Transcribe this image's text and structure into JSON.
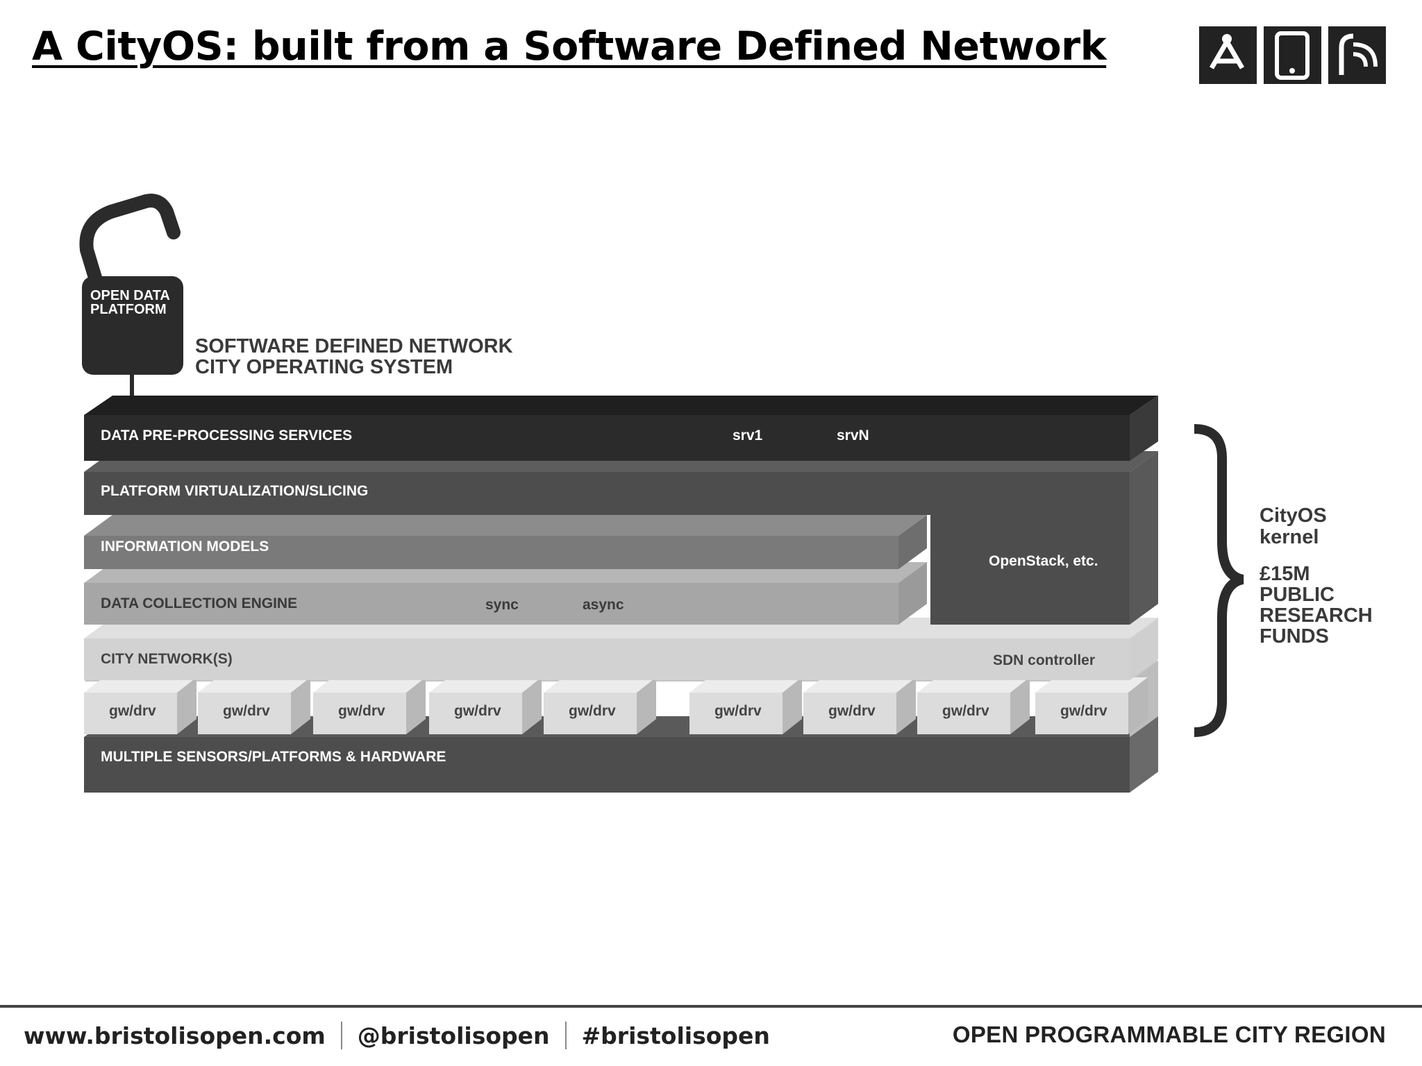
{
  "slide": {
    "title": "A CityOS: built from a Software Defined Network"
  },
  "diagram": {
    "lock_label_line1": "OPEN DATA",
    "lock_label_line2": "PLATFORM",
    "heading_line1": "SOFTWARE DEFINED NETWORK",
    "heading_line2": "CITY OPERATING SYSTEM",
    "layers": {
      "preprocessing": "DATA PRE-PROCESSING SERVICES",
      "virtualization": "PLATFORM VIRTUALIZATION/SLICING",
      "information_models": "INFORMATION MODELS",
      "data_collection": "DATA COLLECTION ENGINE",
      "city_networks": "CITY NETWORK(S)",
      "sensors": "MULTIPLE SENSORS/PLATFORMS & HARDWARE"
    },
    "srv1": "srv1",
    "srvN": "srvN",
    "sync": "sync",
    "async": "async",
    "openstack": "OpenStack, etc.",
    "sdn_controller": "SDN controller",
    "gateways": [
      "gw/drv",
      "gw/drv",
      "gw/drv",
      "gw/drv",
      "gw/drv",
      "gw/drv",
      "gw/drv",
      "gw/drv",
      "gw/drv"
    ],
    "kernel_line1": "CityOS",
    "kernel_line2": "kernel",
    "funds_line1": "£15M",
    "funds_line2": "PUBLIC",
    "funds_line3": "RESEARCH",
    "funds_line4": "FUNDS",
    "colors": {
      "dark": "#2b2b2b",
      "mid": "#4d4d4d",
      "gray": "#7a7a7a",
      "light": "#a6a6a6",
      "pale": "#d2d2d2",
      "white_text": "#ffffff"
    }
  },
  "footer": {
    "website": "www.bristolisopen.com",
    "handle": "@bristolisopen",
    "hashtag": "#bristolisopen",
    "tagline": "OPEN PROGRAMMABLE CITY REGION"
  }
}
